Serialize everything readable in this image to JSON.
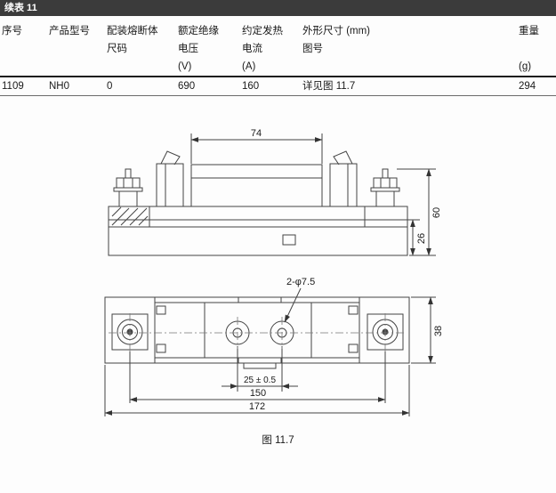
{
  "page": {
    "header_bar": "续表 11",
    "figure_caption": "图 11.7"
  },
  "table": {
    "headers": [
      {
        "lines": [
          "序号",
          "",
          ""
        ]
      },
      {
        "lines": [
          "产品型号",
          "",
          ""
        ]
      },
      {
        "lines": [
          "配装熔断体",
          "尺码",
          ""
        ]
      },
      {
        "lines": [
          "额定绝缘",
          "电压",
          "(V)"
        ]
      },
      {
        "lines": [
          "约定发热",
          "电流",
          "(A)"
        ]
      },
      {
        "lines": [
          "外形尺寸 (mm)",
          "图号",
          ""
        ]
      },
      {
        "lines": [
          "重量",
          "",
          "(g)"
        ]
      }
    ],
    "row": {
      "serial": "1109",
      "model": "NH0",
      "fuse_size": "0",
      "rated_voltage": "690",
      "heating_current": "160",
      "dimension_ref": "详见图 11.7",
      "weight": "294"
    }
  },
  "drawing": {
    "front_view": {
      "width": "74",
      "height": "60",
      "base_height": "26"
    },
    "plan_view": {
      "holes": "2-φ7.5",
      "hole_spacing": "25 ± 0.5",
      "mounting_span": "150",
      "overall_length": "172",
      "depth": "38"
    }
  }
}
